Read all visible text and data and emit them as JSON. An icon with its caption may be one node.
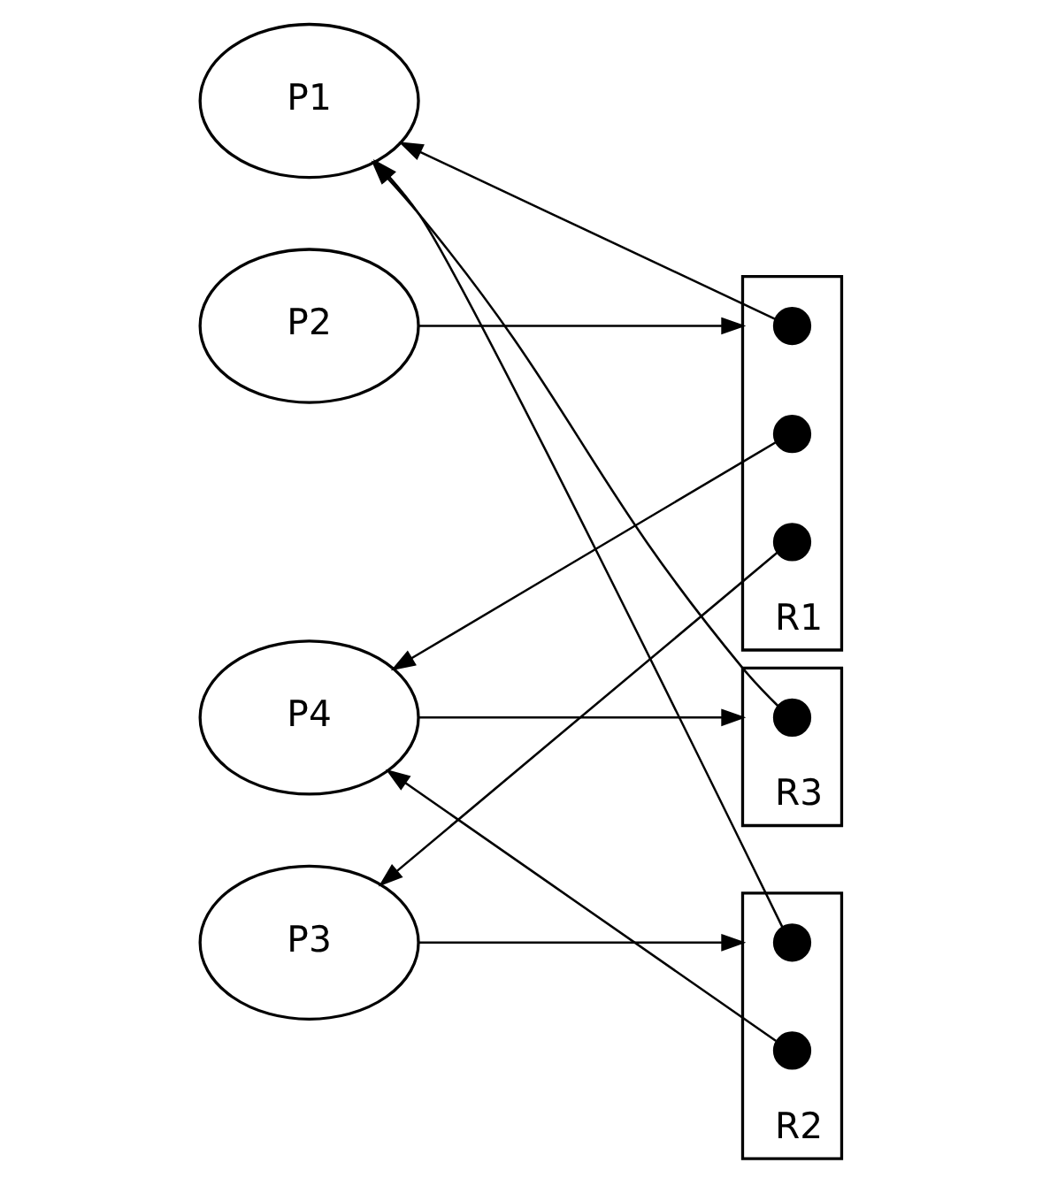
{
  "diagram": {
    "nodes": [
      {
        "text": [
          "P1"
        ]
      },
      {
        "text": [
          "R1"
        ]
      },
      {
        "text": [],
        "shape": "circle",
        "in": 1
      },
      {
        "text": [],
        "shape": "circle",
        "in": 1
      },
      {
        "text": [],
        "shape": "circle",
        "in": 1
      },
      {
        "text": [
          "P2"
        ]
      },
      {
        "text": [
          "R2"
        ]
      },
      {
        "text": [],
        "shape": "circle",
        "in": 6
      },
      {
        "text": [],
        "shape": "circle",
        "in": 6
      },
      {
        "text": [
          "P3"
        ]
      },
      {
        "text": [
          "R3"
        ]
      },
      {
        "text": [],
        "shape": "circle",
        "in": 10
      },
      {
        "text": [
          "P4"
        ]
      }
    ],
    "edges": [
      {
        "from": 2,
        "to": 0,
        "arrow": "to"
      },
      {
        "from": 5,
        "to": 1,
        "arrow": "to"
      },
      {
        "from": 4,
        "to": 9,
        "arrow": "to"
      },
      {
        "from": 3,
        "to": 12,
        "arrow": "to"
      },
      {
        "from": 7,
        "to": 0,
        "arrow": "to"
      },
      {
        "from": 9,
        "to": 6,
        "arrow": "to"
      },
      {
        "from": 8,
        "to": 12,
        "arrow": "to"
      },
      {
        "from": 11,
        "to": 0,
        "arrow": "to"
      },
      {
        "from": 12,
        "to": 10,
        "arrow": "to"
      }
    ]
  }
}
